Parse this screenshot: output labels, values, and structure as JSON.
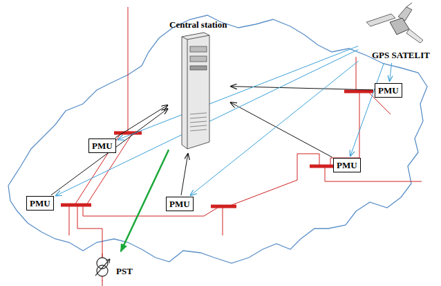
{
  "diagram": {
    "nodes": [
      {
        "text": [
          "Central station"
        ]
      },
      {
        "text": [
          "GPS SATELIT"
        ]
      },
      {
        "text": [
          "PMU"
        ]
      },
      {
        "text": [
          "PMU"
        ]
      },
      {
        "text": [
          "PMU"
        ]
      },
      {
        "text": [
          "PMU"
        ]
      },
      {
        "text": [
          "PMU"
        ]
      },
      {
        "text": [
          "PST"
        ]
      }
    ],
    "edges": [
      {
        "from": 2,
        "to": 0,
        "arrow": "to"
      },
      {
        "from": 3,
        "to": 0,
        "arrow": "to"
      },
      {
        "from": 4,
        "to": 0,
        "arrow": "to"
      },
      {
        "from": 5,
        "to": 0,
        "arrow": "to"
      },
      {
        "from": 6,
        "to": 0,
        "arrow": "to"
      },
      {
        "from": 0,
        "to": 7,
        "arrow": "to"
      },
      {
        "from": 1,
        "to": 2,
        "arrow": "to"
      },
      {
        "from": 1,
        "to": 3,
        "arrow": "to"
      },
      {
        "from": 1,
        "to": 4,
        "arrow": "to"
      },
      {
        "from": 1,
        "to": 5,
        "arrow": "to"
      },
      {
        "from": 1,
        "to": 6,
        "arrow": "to"
      }
    ]
  }
}
